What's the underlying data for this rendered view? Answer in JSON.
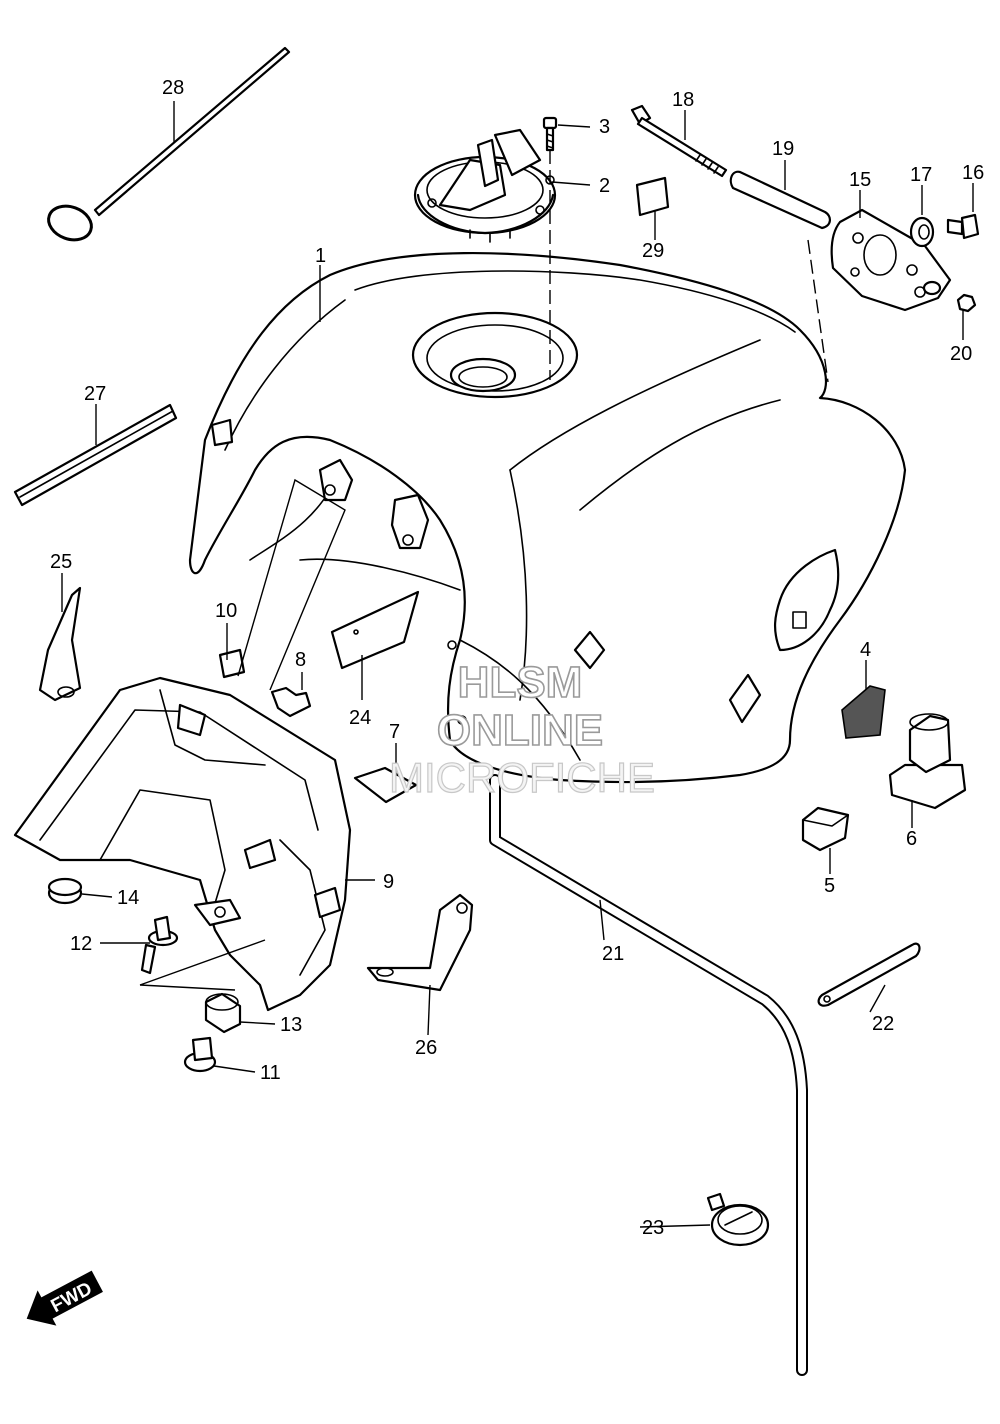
{
  "callouts": {
    "c1": "1",
    "c2": "2",
    "c3": "3",
    "c4": "4",
    "c5": "5",
    "c6": "6",
    "c7": "7",
    "c8": "8",
    "c9": "9",
    "c10": "10",
    "c11": "11",
    "c12": "12",
    "c13": "13",
    "c14": "14",
    "c15": "15",
    "c16": "16",
    "c17": "17",
    "c18": "18",
    "c19": "19",
    "c20": "20",
    "c21": "21",
    "c22": "22",
    "c23": "23",
    "c24": "24",
    "c25": "25",
    "c26": "26",
    "c27": "27",
    "c28": "28",
    "c29": "29"
  },
  "watermark": {
    "line1": "HLSM",
    "line2": "ONLINE",
    "line3": "MICROFICHE"
  },
  "fwd_label": "FWD"
}
